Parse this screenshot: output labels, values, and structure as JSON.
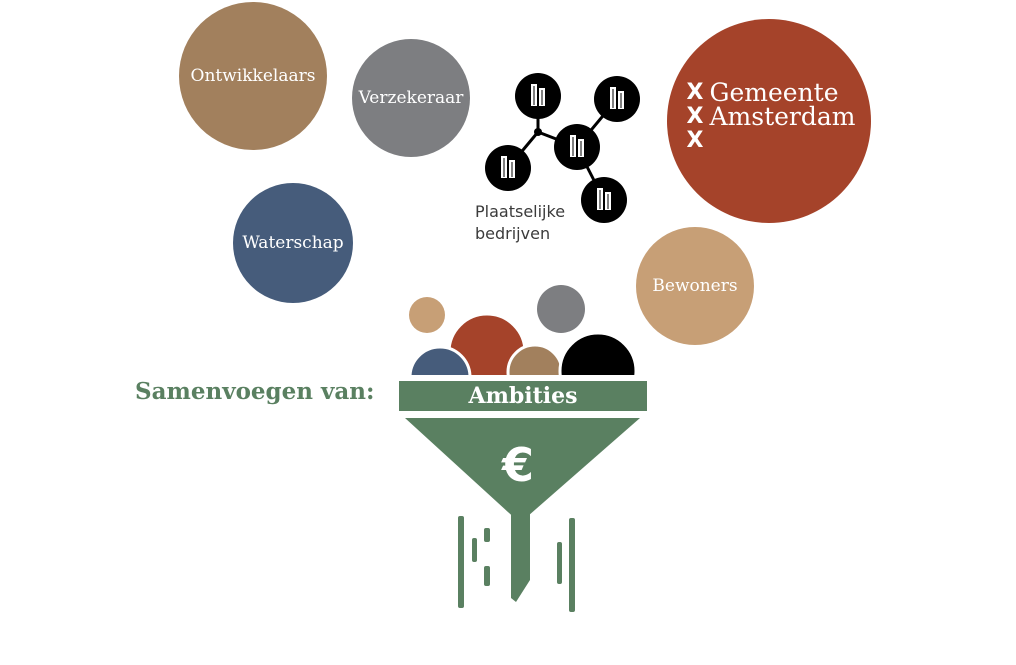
{
  "stakeholders": {
    "ontwikkelaars": "Ontwikkelaars",
    "verzekeraar": "Verzekeraar",
    "waterschap": "Waterschap",
    "bewoners": "Bewoners",
    "plaatselijke_bedrijven": [
      "Plaatselijke",
      "bedrijven"
    ]
  },
  "gemeente": {
    "logo_marks": [
      "X",
      "X",
      "X"
    ],
    "name_lines": [
      "Gemeente",
      "Amsterdam"
    ]
  },
  "funnel": {
    "intro": "Samenvoegen van:",
    "band_label": "Ambities",
    "symbol": "€"
  },
  "colors": {
    "brown": "#a2805d",
    "grey": "#7d7e81",
    "blue": "#465c7b",
    "tan": "#c79f76",
    "red": "#a5432a",
    "green": "#5a8061",
    "black": "#000000"
  },
  "icons": [
    "building-icon",
    "network-icon"
  ]
}
